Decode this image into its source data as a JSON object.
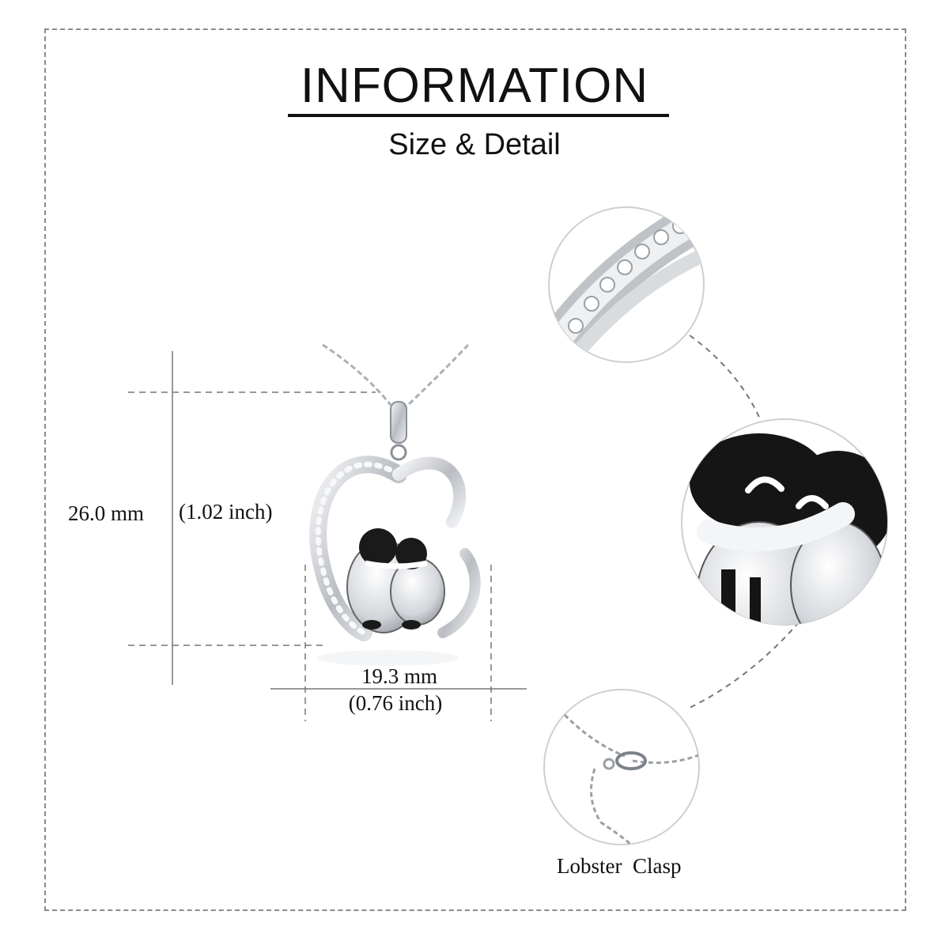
{
  "header": {
    "title": "INFORMATION",
    "subtitle": "Size & Detail"
  },
  "dimensions": {
    "height_mm": "26.0 mm",
    "height_inch": "(1.02 inch)",
    "width_mm": "19.3 mm",
    "width_inch": "(0.76 inch)"
  },
  "details": {
    "clasp_label": "Lobster  Clasp"
  },
  "icons": [
    "stone-band-detail",
    "penguin-detail",
    "clasp-detail",
    "heart-penguin-pendant"
  ],
  "colors": {
    "frame": "#8a8a8a",
    "text": "#111111",
    "silver": "#c9ccd1",
    "enamel": "#1a1a1a"
  }
}
